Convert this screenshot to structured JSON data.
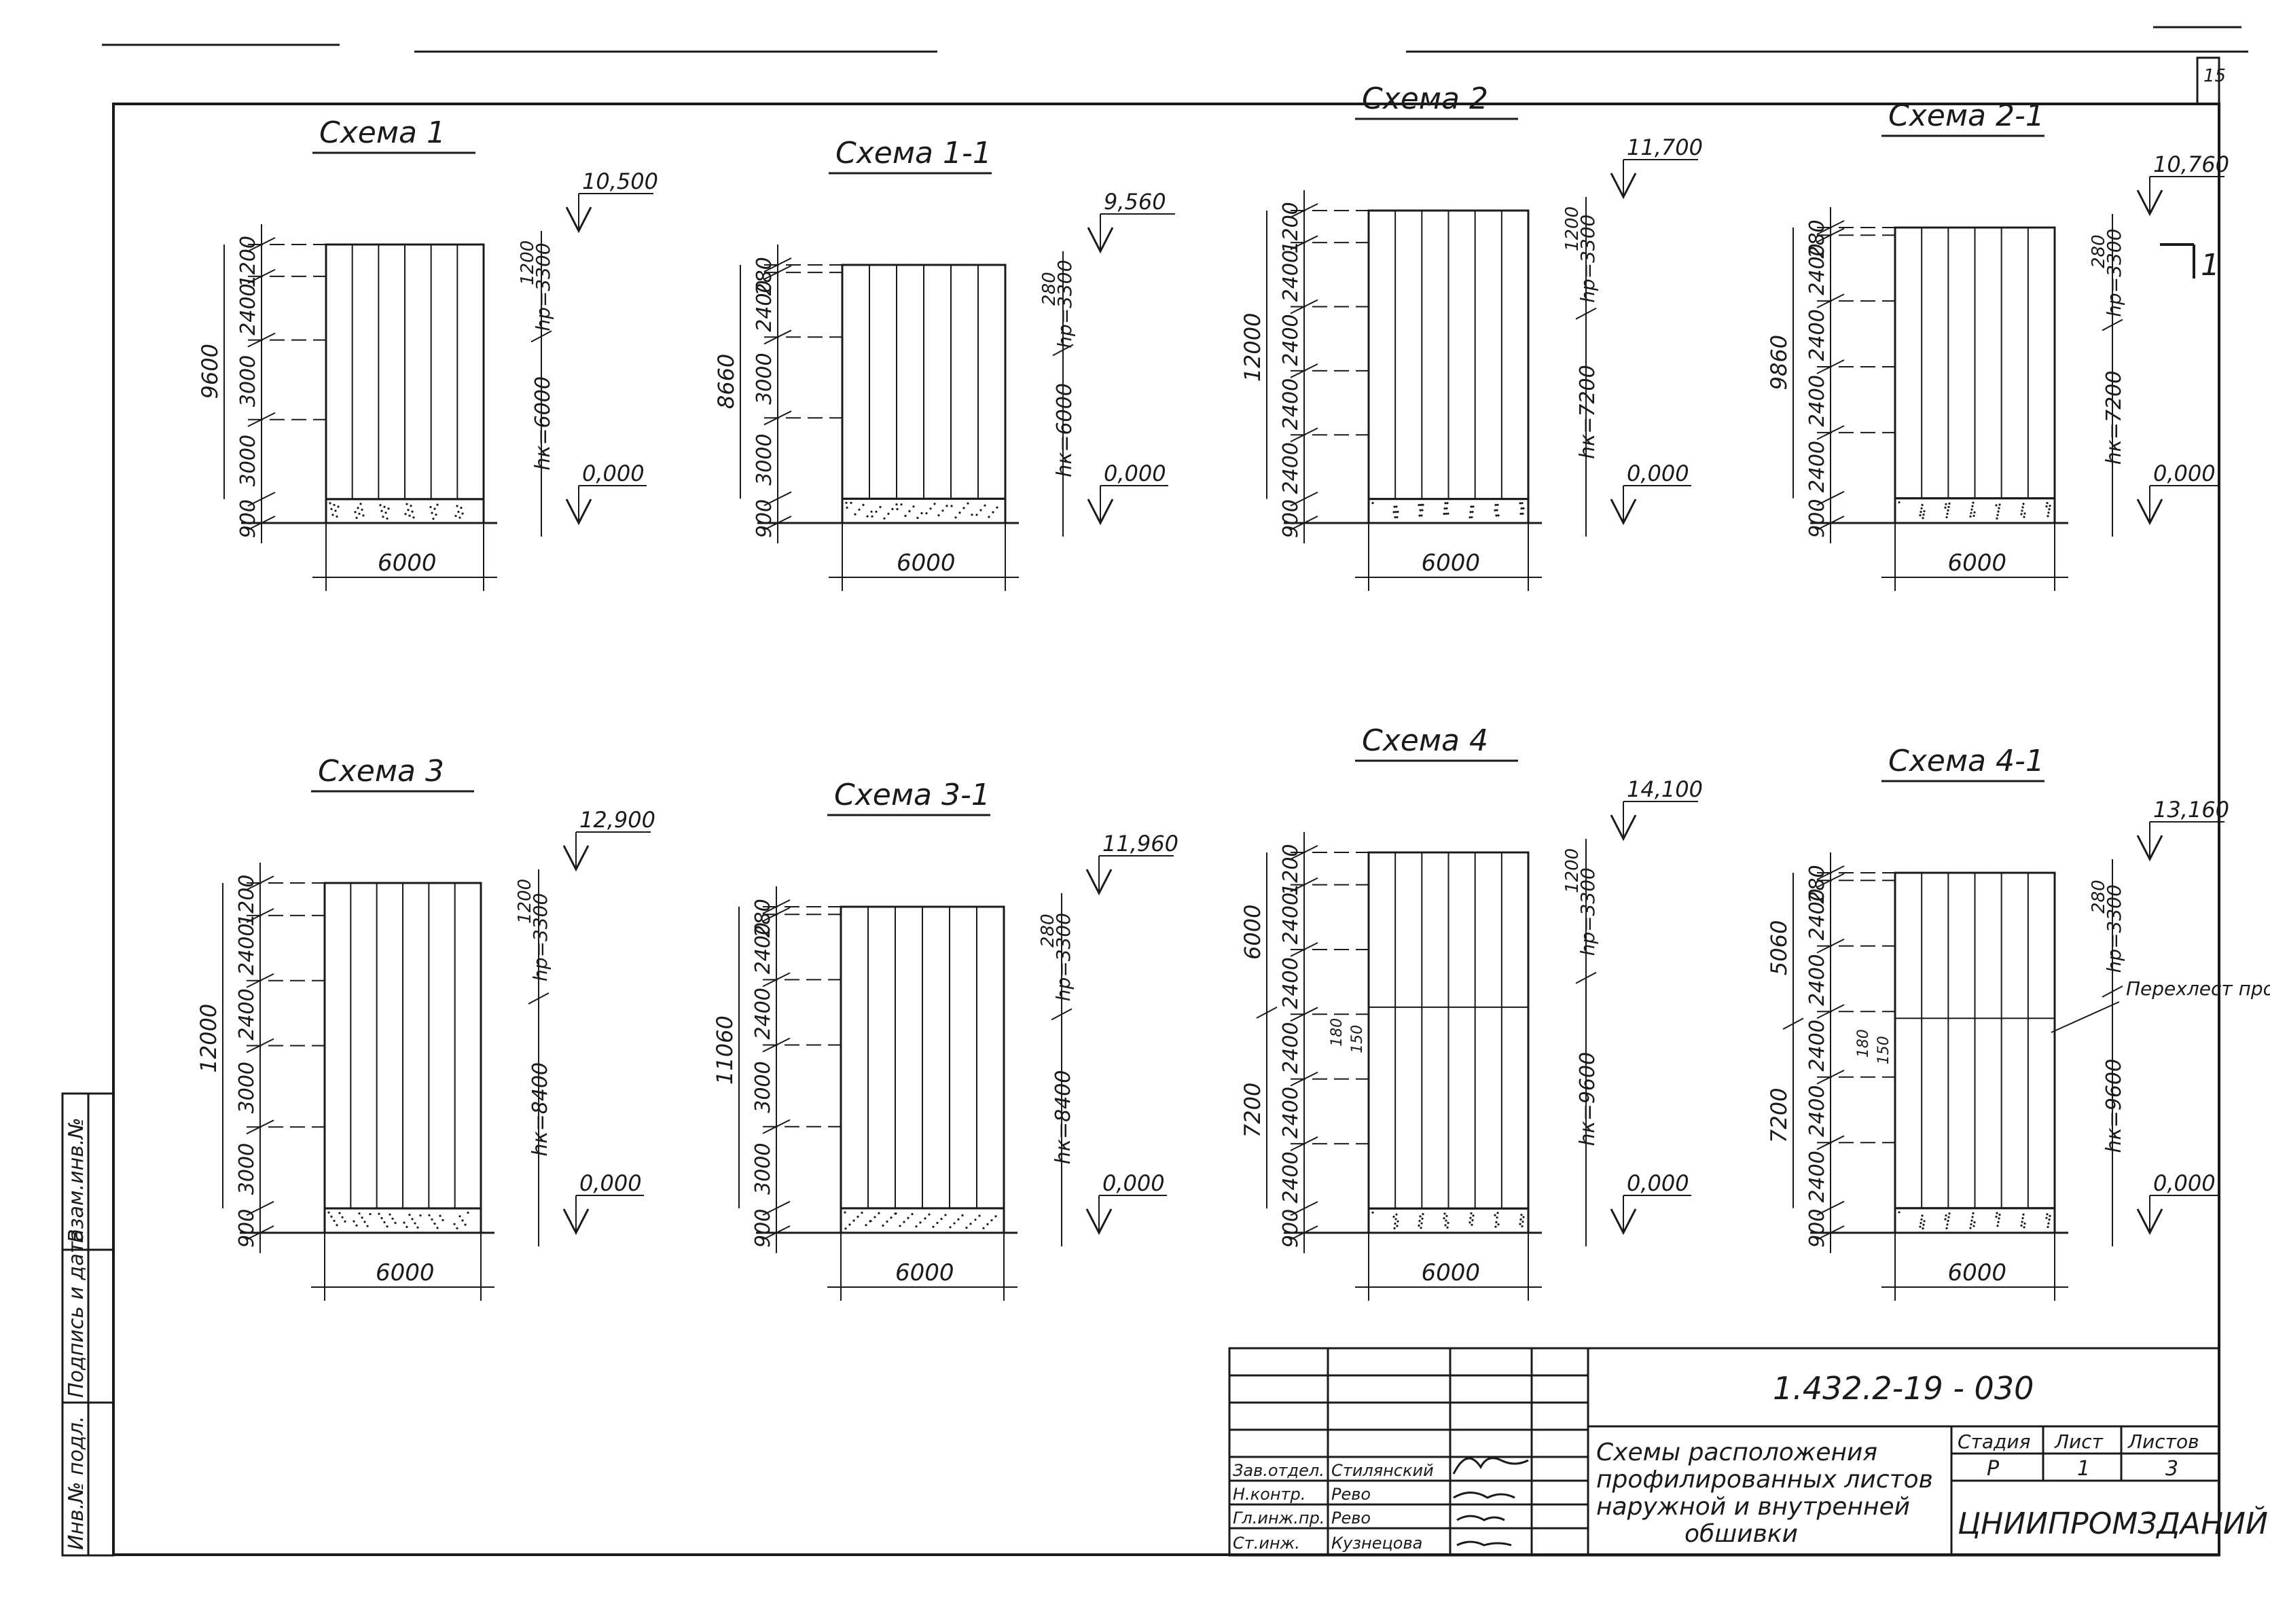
{
  "sheet": {
    "page_number": "15",
    "drawing_code": "1.432.2-19 - 030",
    "drawing_title_lines": [
      "Схемы расположения",
      "профилированных листов",
      "наружной и внутренней",
      "обшивки"
    ],
    "organization": "ЦНИИПРОМЗДАНИЙ",
    "stage_header": "Стадия",
    "sheet_header": "Лист",
    "sheets_header": "Листов",
    "stage": "Р",
    "sheet_no": "1",
    "sheets_total": "3",
    "signatures": [
      {
        "role": "Зав.отдел.",
        "name": "Стилянский"
      },
      {
        "role": "Н.контр.",
        "name": "Рево"
      },
      {
        "role": "Гл.инж.пр.",
        "name": "Рево"
      },
      {
        "role": "Ст.инж.",
        "name": "Кузнецова"
      }
    ],
    "side_stamp": [
      "Взам.инв.№",
      "Подпись и дата",
      "Инв.№ подл."
    ],
    "overlap_note": "Перехлест профил. листов",
    "section_mark": "1"
  },
  "schemes": [
    {
      "title": "Схема 1",
      "width": "6000",
      "top_mark": "10,500",
      "zero_mark": "0,000",
      "total": "9600",
      "segments": [
        "900",
        "3000",
        "3000",
        "2400",
        "1200"
      ],
      "hk": "hк=6000",
      "hp": "hр=3300"
    },
    {
      "title": "Схема 1-1",
      "width": "6000",
      "top_mark": "9,560",
      "zero_mark": "0,000",
      "total": "8660",
      "segments": [
        "900",
        "3000",
        "3000",
        "2400",
        "280"
      ],
      "hk": "hк=6000",
      "hp": "hр=3300"
    },
    {
      "title": "Схема 2",
      "width": "6000",
      "top_mark": "11,700",
      "zero_mark": "0,000",
      "total": "12000",
      "segments": [
        "900",
        "2400",
        "2400",
        "2400",
        "2400",
        "1200"
      ],
      "hk": "hк=7200",
      "hp": "hр=3300"
    },
    {
      "title": "Схема 2-1",
      "width": "6000",
      "top_mark": "10,760",
      "zero_mark": "0,000",
      "total": "9860",
      "segments": [
        "900",
        "2400",
        "2400",
        "2400",
        "2400",
        "280"
      ],
      "hk": "hк=7200",
      "hp": "hр=3300"
    },
    {
      "title": "Схема 3",
      "width": "6000",
      "top_mark": "12,900",
      "zero_mark": "0,000",
      "total": "12000",
      "segments": [
        "900",
        "3000",
        "3000",
        "2400",
        "2400",
        "1200"
      ],
      "hk": "hк=8400",
      "hp": "hр=3300"
    },
    {
      "title": "Схема 3-1",
      "width": "6000",
      "top_mark": "11,960",
      "zero_mark": "0,000",
      "total": "11060",
      "segments": [
        "900",
        "3000",
        "3000",
        "2400",
        "2400",
        "280"
      ],
      "hk": "hк=8400",
      "hp": "hр=3300"
    },
    {
      "title": "Схема 4",
      "width": "6000",
      "top_mark": "14,100",
      "zero_mark": "0,000",
      "total": "",
      "totals_split": [
        "7200",
        "6000"
      ],
      "segments": [
        "900",
        "2400",
        "2400",
        "2400",
        "2400",
        "2400",
        "1200"
      ],
      "hk": "hк=9600",
      "hp": "hр=3300",
      "overlap": [
        "180",
        "150"
      ]
    },
    {
      "title": "Схема 4-1",
      "width": "6000",
      "top_mark": "13,160",
      "zero_mark": "0,000",
      "total": "",
      "totals_split": [
        "7200",
        "5060"
      ],
      "segments": [
        "900",
        "2400",
        "2400",
        "2400",
        "2400",
        "2400",
        "280"
      ],
      "hk": "hк=9600",
      "hp": "hр=3300",
      "overlap": [
        "180",
        "150"
      ]
    }
  ]
}
